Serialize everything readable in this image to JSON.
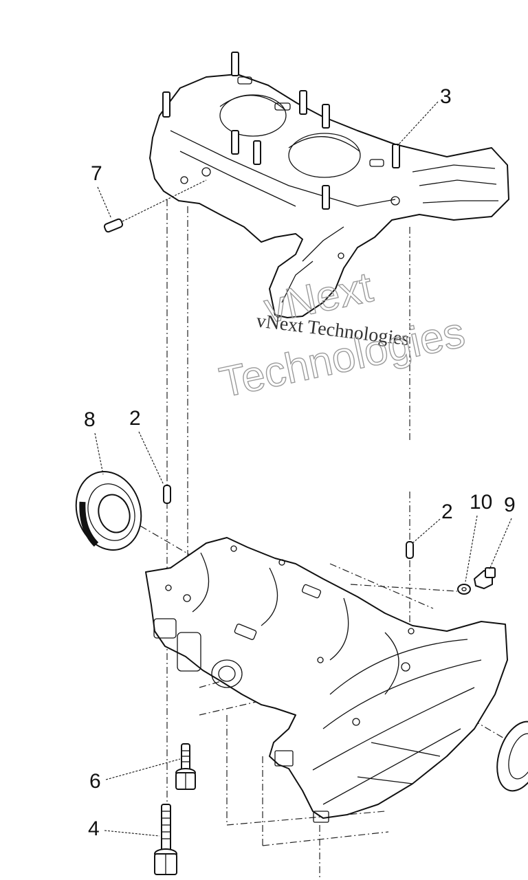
{
  "callouts": {
    "c3": "3",
    "c7": "7",
    "c8": "8",
    "c2a": "2",
    "c2b": "2",
    "c10": "10",
    "c9": "9",
    "c6": "6",
    "c4": "4"
  },
  "watermark": {
    "serif_text": "vNext Technologies",
    "outline_line1": "vNext",
    "outline_line2": "Technologies"
  }
}
